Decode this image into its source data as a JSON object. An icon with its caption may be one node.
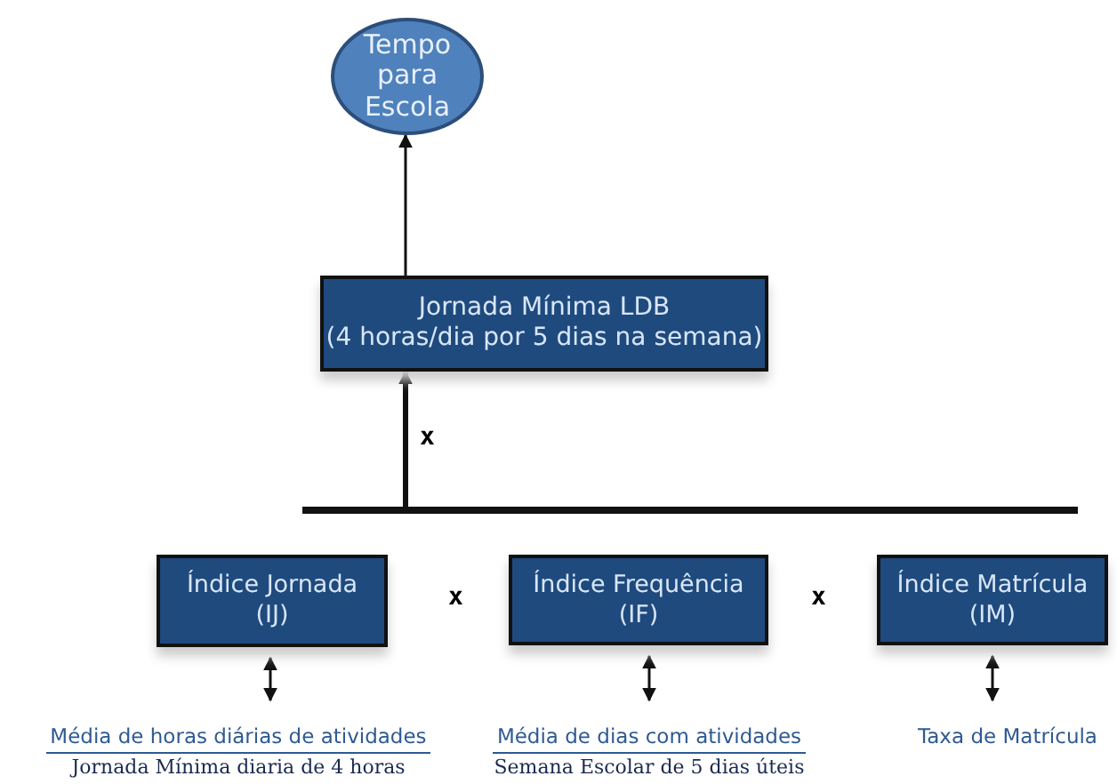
{
  "diagram": {
    "nodes": [
      {
        "text": [
          "Tempo para Escola"
        ]
      },
      {
        "text": [
          "Jornada Mínima LDB",
          "(4 horas/dia por 5 dias na semana)"
        ]
      },
      {
        "text": [],
        "shape": "bar"
      },
      {
        "text": [
          "Índice Jornada (IJ)"
        ]
      },
      {
        "text": [
          "Índice Frequência (IF)"
        ]
      },
      {
        "text": [
          "Índice Matrícula (IM)"
        ]
      },
      {
        "text": [
          "Média de horas diárias de atividades",
          "Jornada Mínima diaria de 4 horas"
        ]
      },
      {
        "text": [
          "Média de dias com atividades",
          "Semana Escolar de 5 dias úteis"
        ]
      },
      {
        "text": [
          "Taxa de Matrícula"
        ]
      }
    ],
    "edges": [
      {
        "from": 1,
        "to": 0,
        "arrow": "to"
      },
      {
        "from": 2,
        "to": 1,
        "arrow": "to",
        "style": "thick"
      },
      {
        "from": 3,
        "to": 6,
        "arrow": "both"
      },
      {
        "from": 4,
        "to": 7,
        "arrow": "both"
      },
      {
        "from": 5,
        "to": 8,
        "arrow": "both"
      }
    ],
    "labels": [
      "x",
      "x",
      "x"
    ]
  }
}
